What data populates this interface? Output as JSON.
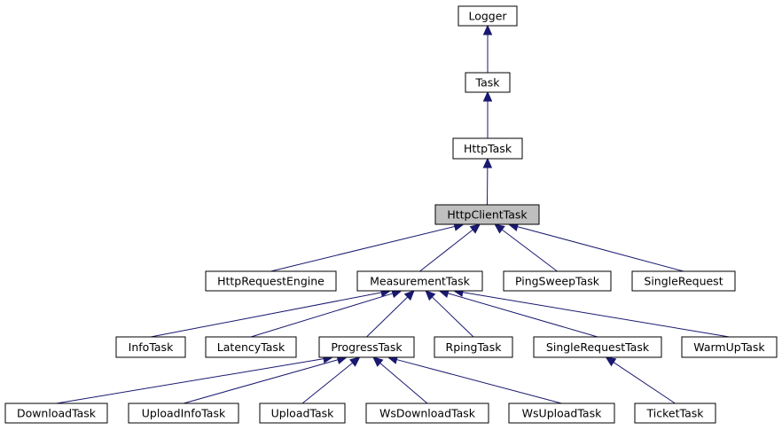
{
  "nodes": {
    "logger": "Logger",
    "task": "Task",
    "http_task": "HttpTask",
    "http_client_task": "HttpClientTask",
    "http_request_engine": "HttpRequestEngine",
    "measurement_task": "MeasurementTask",
    "ping_sweep_task": "PingSweepTask",
    "single_request": "SingleRequest",
    "info_task": "InfoTask",
    "latency_task": "LatencyTask",
    "progress_task": "ProgressTask",
    "rping_task": "RpingTask",
    "single_request_task": "SingleRequestTask",
    "warm_up_task": "WarmUpTask",
    "download_task": "DownloadTask",
    "upload_info_task": "UploadInfoTask",
    "upload_task": "UploadTask",
    "ws_download_task": "WsDownloadTask",
    "ws_upload_task": "WsUploadTask",
    "ticket_task": "TicketTask"
  },
  "selected_node": "http_client_task",
  "inheritance": [
    {
      "child": "task",
      "parent": "logger"
    },
    {
      "child": "http_task",
      "parent": "task"
    },
    {
      "child": "http_client_task",
      "parent": "http_task"
    },
    {
      "child": "http_request_engine",
      "parent": "http_client_task"
    },
    {
      "child": "measurement_task",
      "parent": "http_client_task"
    },
    {
      "child": "ping_sweep_task",
      "parent": "http_client_task"
    },
    {
      "child": "single_request",
      "parent": "http_client_task"
    },
    {
      "child": "info_task",
      "parent": "measurement_task"
    },
    {
      "child": "latency_task",
      "parent": "measurement_task"
    },
    {
      "child": "progress_task",
      "parent": "measurement_task"
    },
    {
      "child": "rping_task",
      "parent": "measurement_task"
    },
    {
      "child": "single_request_task",
      "parent": "measurement_task"
    },
    {
      "child": "warm_up_task",
      "parent": "measurement_task"
    },
    {
      "child": "download_task",
      "parent": "progress_task"
    },
    {
      "child": "upload_info_task",
      "parent": "progress_task"
    },
    {
      "child": "upload_task",
      "parent": "progress_task"
    },
    {
      "child": "ws_download_task",
      "parent": "progress_task"
    },
    {
      "child": "ws_upload_task",
      "parent": "progress_task"
    },
    {
      "child": "ticket_task",
      "parent": "single_request_task"
    }
  ],
  "colors": {
    "edge": "#191970",
    "node_border": "#000000",
    "node_fill": "#ffffff",
    "selected_fill": "#bfbfbf"
  }
}
